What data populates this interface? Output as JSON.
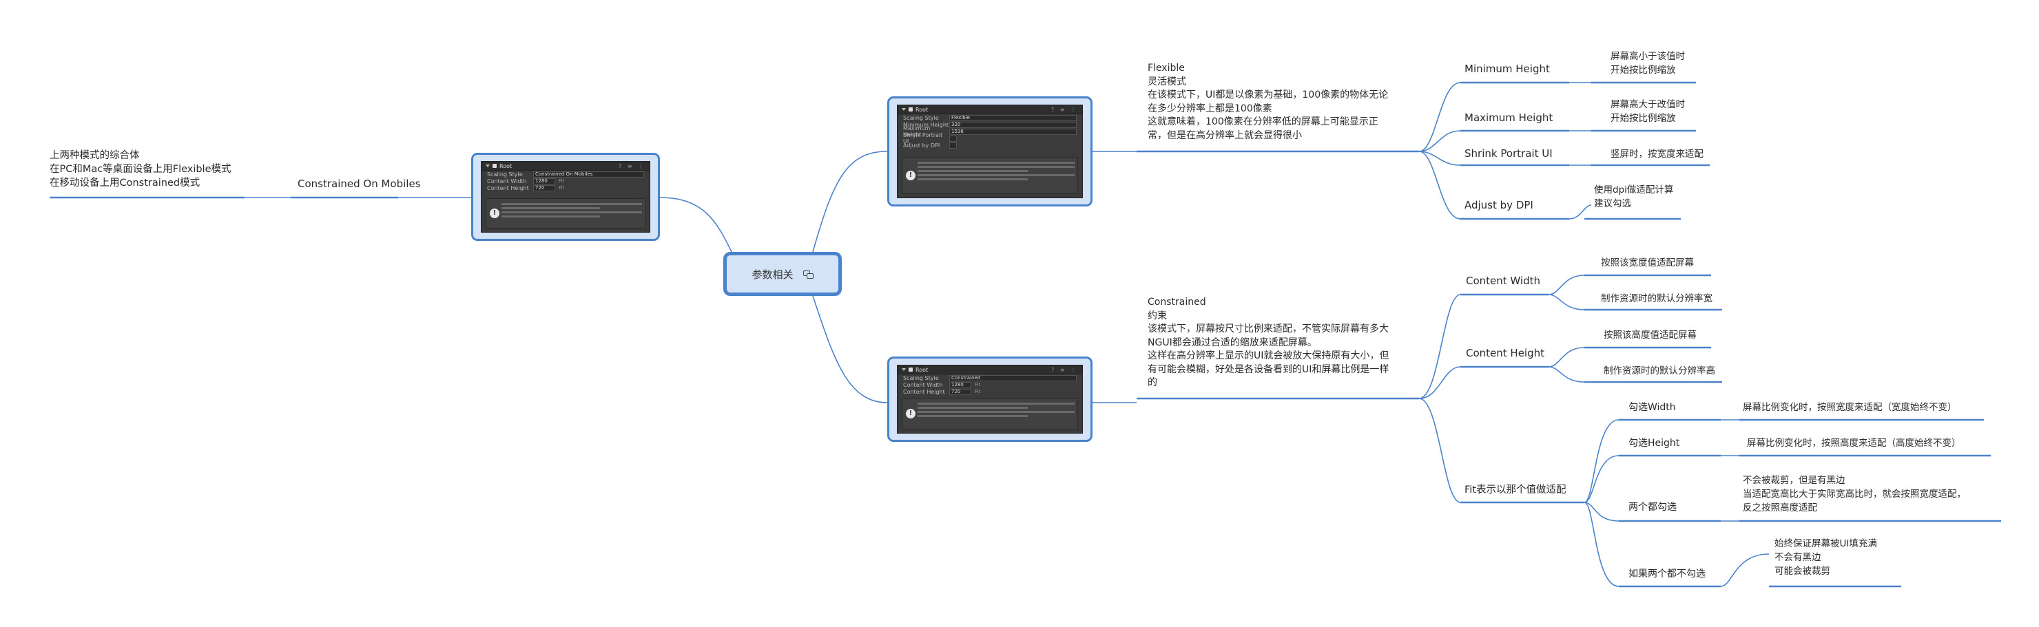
{
  "root": {
    "label": "参数相关"
  },
  "constrained_on_mobiles": {
    "topic": "Constrained On Mobiles",
    "note": [
      "上两种模式的综合体",
      "在PC和Mac等桌面设备上用Flexible模式",
      "在移动设备上用Constrained模式"
    ],
    "screenshot": {
      "header": "Root",
      "rows": [
        {
          "key": "Scaling Style",
          "value": "Constrained On Mobiles"
        },
        {
          "key": "Content Width",
          "value": "1280",
          "unit": "Fit"
        },
        {
          "key": "Content Height",
          "value": "720",
          "unit": "Fit"
        }
      ]
    }
  },
  "flexible": {
    "description": [
      "Flexible",
      "灵活模式",
      "在该模式下，UI都是以像素为基础，100像素的物体无论",
      "在多少分辨率上都是100像素",
      "这就意味着，100像素在分辨率低的屏幕上可能显示正",
      "常，但是在高分辨率上就会显得很小"
    ],
    "screenshot": {
      "header": "Root",
      "rows": [
        {
          "key": "Scaling Style",
          "value": "Flexible"
        },
        {
          "key": "Minimum Height",
          "value": "320"
        },
        {
          "key": "Maximum Height",
          "value": "1536"
        },
        {
          "key": "Shrink Portrait UI",
          "value": ""
        },
        {
          "key": "Adjust by DPI",
          "value": ""
        }
      ]
    },
    "children": [
      {
        "label": "Minimum Height",
        "detail": [
          "屏幕高小于该值时",
          "开始按比例缩放"
        ]
      },
      {
        "label": "Maximum Height",
        "detail": [
          "屏幕高大于改值时",
          "开始按比例缩放"
        ]
      },
      {
        "label": "Shrink Portrait UI",
        "detail": [
          "竖屏时，按宽度来适配"
        ]
      },
      {
        "label": "Adjust by DPI",
        "detail": [
          "使用dpi做适配计算",
          "建议勾选"
        ]
      }
    ]
  },
  "constrained": {
    "description": [
      "Constrained",
      "约束",
      "该模式下，屏幕按尺寸比例来适配，不管实际屏幕有多大",
      "NGUI都会通过合适的缩放来适配屏幕。",
      "这样在高分辨率上显示的UI就会被放大保持原有大小，但",
      "有可能会模糊，好处是各设备看到的UI和屏幕比例是一样",
      "的"
    ],
    "screenshot": {
      "header": "Root",
      "rows": [
        {
          "key": "Scaling Style",
          "value": "Constrained"
        },
        {
          "key": "Content Width",
          "value": "1280",
          "unit": "Fit"
        },
        {
          "key": "Content Height",
          "value": "720",
          "unit": "Fit"
        }
      ]
    },
    "content_width": {
      "label": "Content Width",
      "details": [
        "按照该宽度值适配屏幕",
        "制作资源时的默认分辨率宽"
      ]
    },
    "content_height": {
      "label": "Content Height",
      "details": [
        "按照该高度值适配屏幕",
        "制作资源时的默认分辨率高"
      ]
    },
    "fit": {
      "label": "Fit表示以那个值做适配",
      "children": [
        {
          "label": "勾选Width",
          "detail": [
            "屏幕比例变化时，按照宽度来适配（宽度始终不变）"
          ]
        },
        {
          "label": "勾选Height",
          "detail": [
            "屏幕比例变化时，按照高度来适配（高度始终不变）"
          ]
        },
        {
          "label": "两个都勾选",
          "detail": [
            "不会被裁剪，但是有黑边",
            "当适配宽高比大于实际宽高比时，就会按照宽度适配，",
            "反之按照高度适配"
          ]
        },
        {
          "label": "如果两个都不勾选",
          "detail": [
            "始终保证屏幕被UI填充满",
            "不会有黑边",
            "可能会被裁剪"
          ]
        }
      ]
    }
  },
  "colors": {
    "line": "#4a83cc",
    "root_fill": "#d4e3f6",
    "root_border": "#4a83cc",
    "text": "#2b2b2b"
  }
}
